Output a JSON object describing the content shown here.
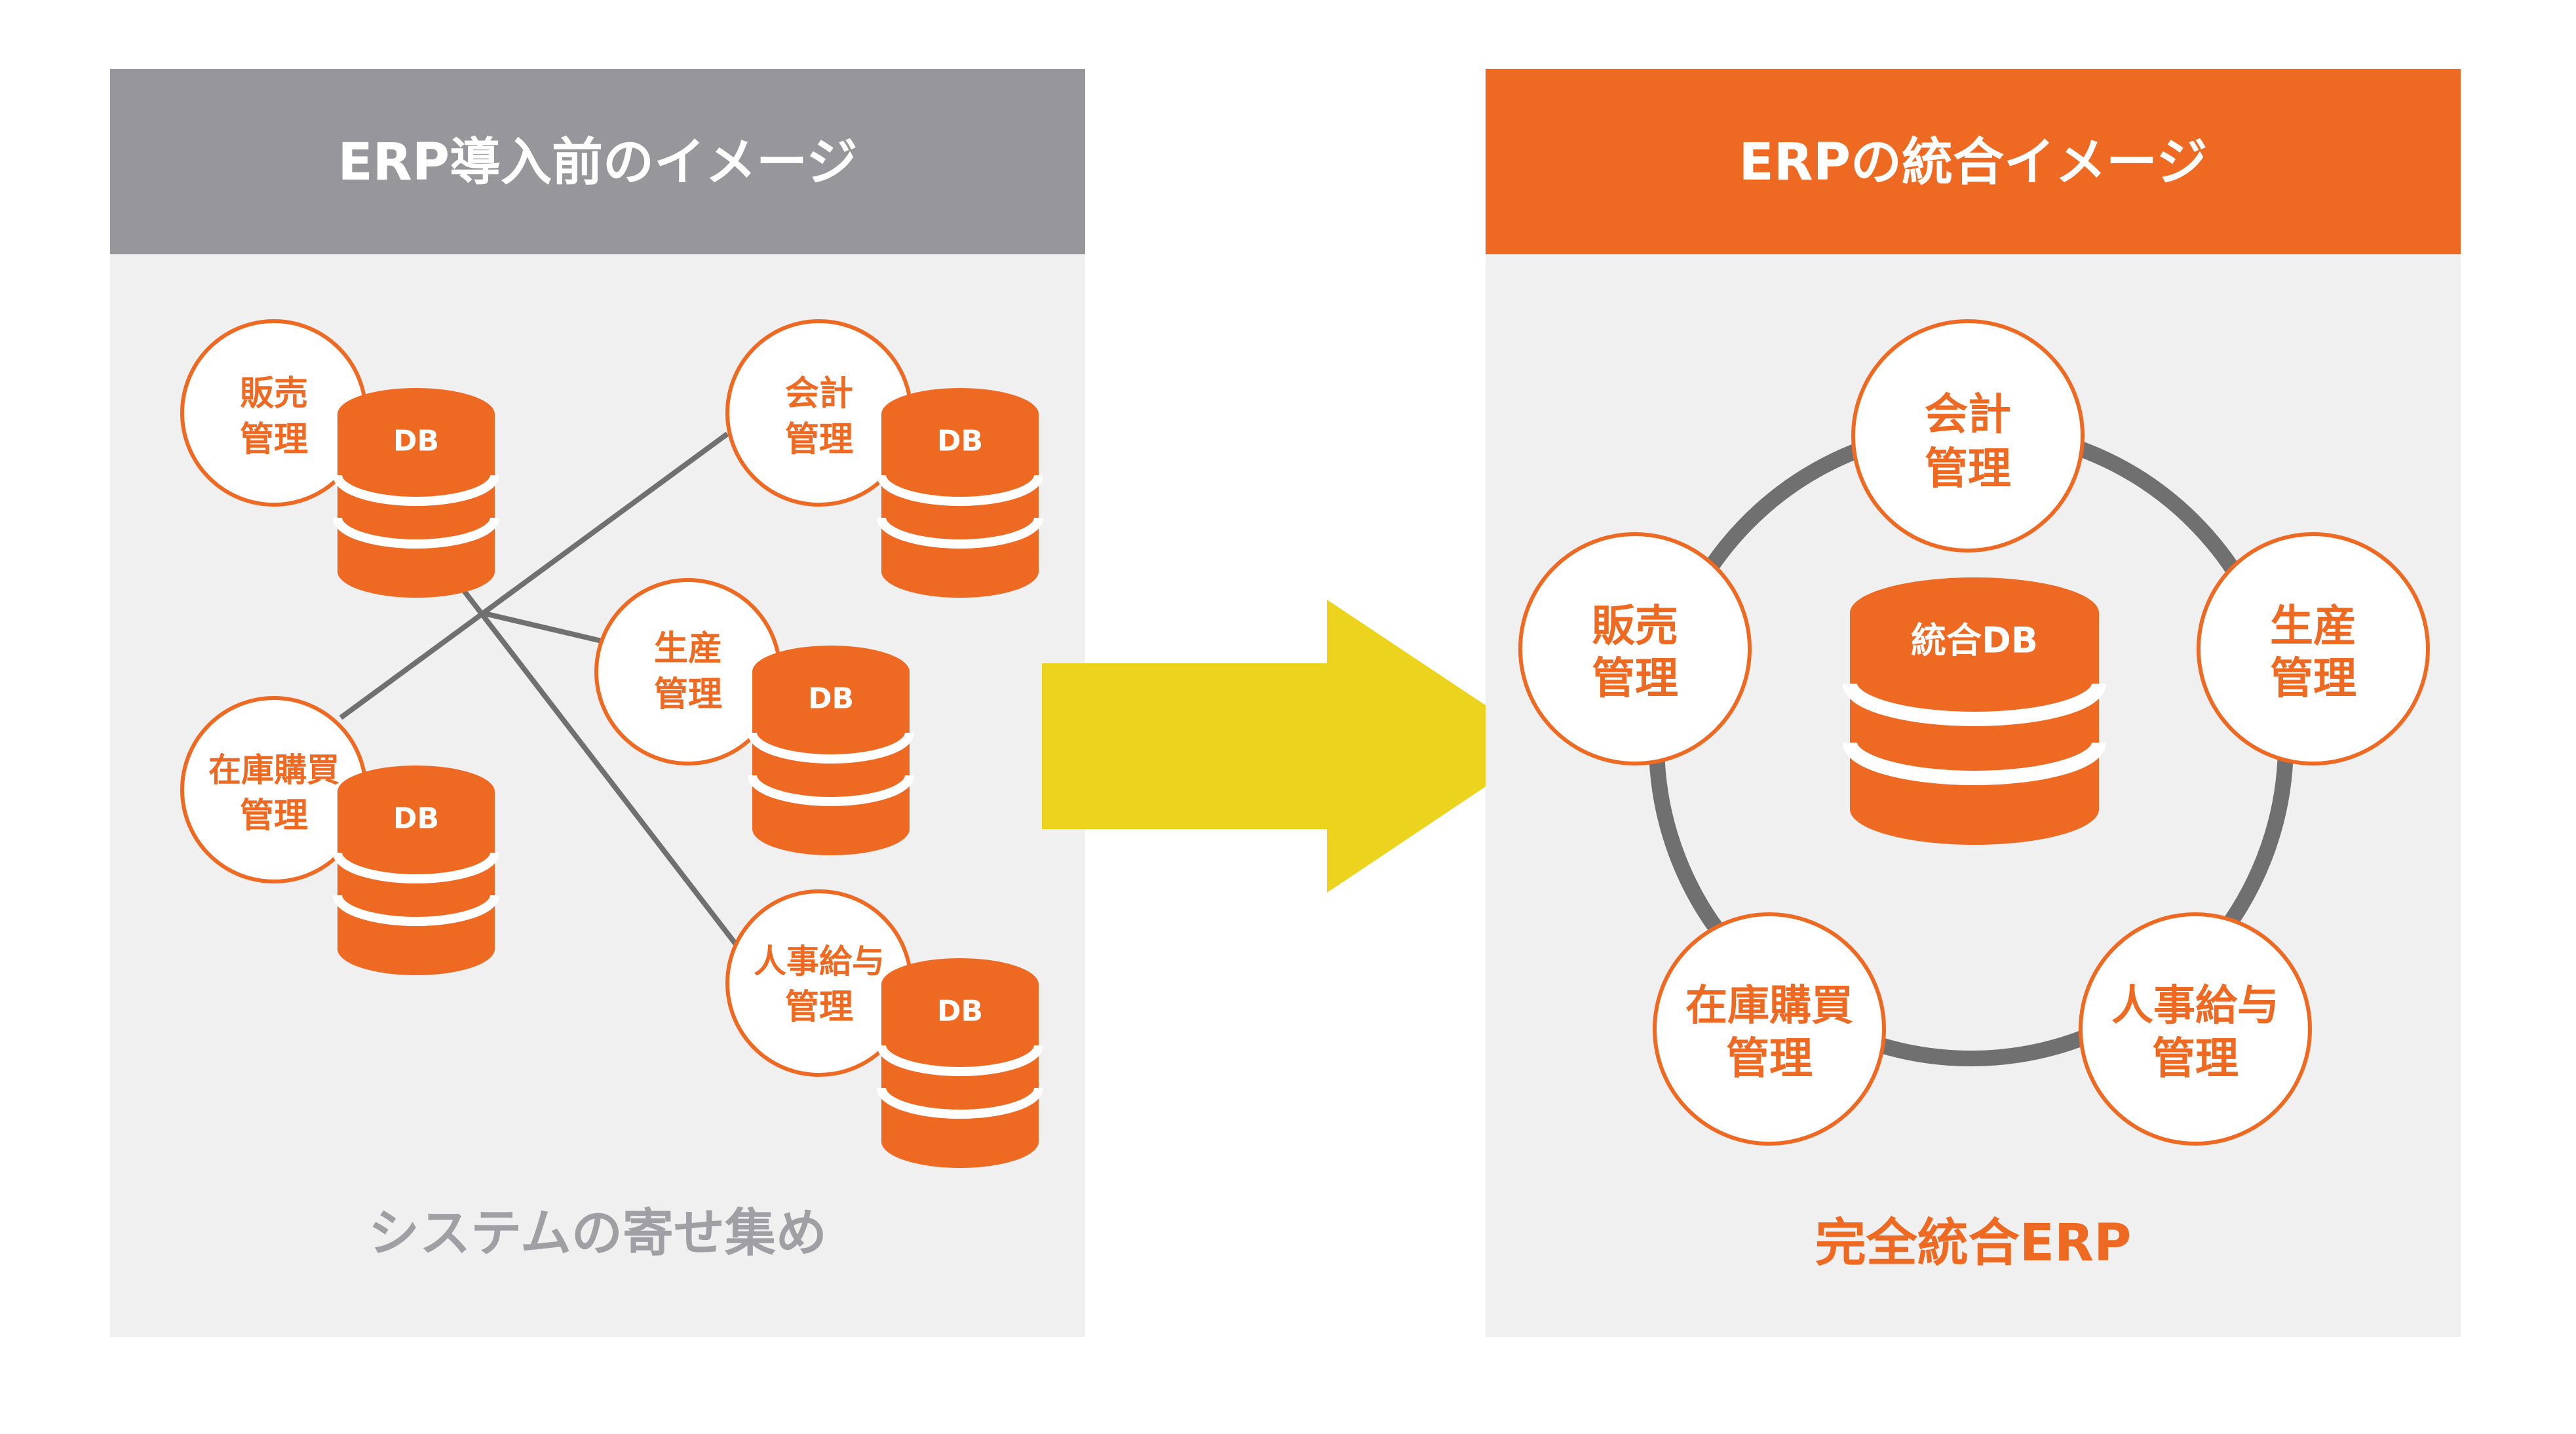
{
  "colors": {
    "orange": "#EE6A23",
    "gray_header": "#97979B",
    "panel_bg": "#F0F0F0",
    "connector": "#707070",
    "arrow": "#EBD31E",
    "caption_gray": "#A0A0A4",
    "white": "#FFFFFF"
  },
  "left_panel": {
    "title": "ERP導入前のイメージ",
    "caption": "システムの寄せ集め",
    "db_label": "DB",
    "modules": [
      {
        "id": "sales",
        "line1": "販売",
        "line2": "管理"
      },
      {
        "id": "accounting",
        "line1": "会計",
        "line2": "管理"
      },
      {
        "id": "production",
        "line1": "生産",
        "line2": "管理"
      },
      {
        "id": "inventory",
        "line1": "在庫購買",
        "line2": "管理"
      },
      {
        "id": "hr",
        "line1": "人事給与",
        "line2": "管理"
      }
    ]
  },
  "arrow": {
    "icon": "right-arrow-icon"
  },
  "right_panel": {
    "title": "ERPの統合イメージ",
    "caption": "完全統合ERP",
    "central_db_label": "統合DB",
    "modules": [
      {
        "id": "accounting",
        "line1": "会計",
        "line2": "管理"
      },
      {
        "id": "sales",
        "line1": "販売",
        "line2": "管理"
      },
      {
        "id": "production",
        "line1": "生産",
        "line2": "管理"
      },
      {
        "id": "inventory",
        "line1": "在庫購買",
        "line2": "管理"
      },
      {
        "id": "hr",
        "line1": "人事給与",
        "line2": "管理"
      }
    ]
  }
}
